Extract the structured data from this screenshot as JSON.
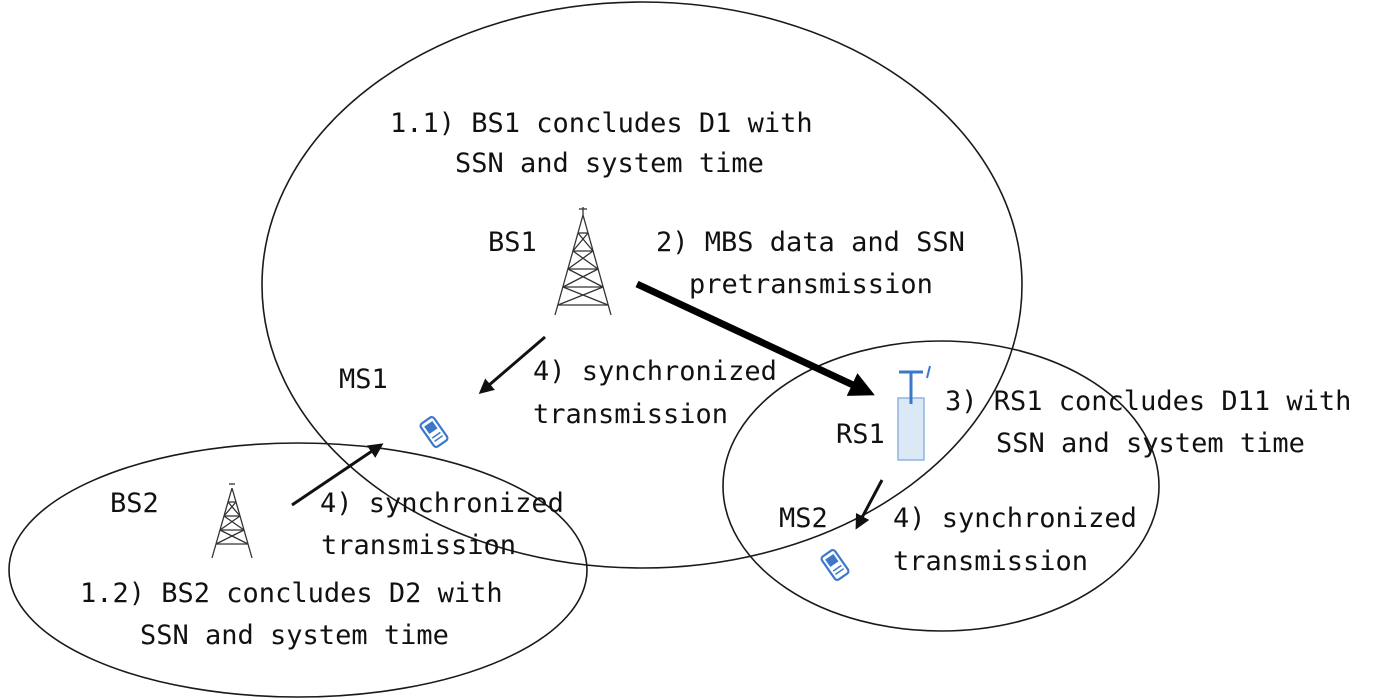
{
  "nodes": {
    "bs1": "BS1",
    "bs2": "BS2",
    "ms1": "MS1",
    "ms2": "MS2",
    "rs1": "RS1"
  },
  "annotations": {
    "bs1_concludes_line1": "1.1) BS1 concludes D1 with",
    "bs1_concludes_line2": "SSN and system time",
    "bs2_concludes_line1": "1.2) BS2 concludes D2 with",
    "bs2_concludes_line2": "SSN and system time",
    "pretransmission_line1": "2) MBS data and SSN",
    "pretransmission_line2": "pretransmission",
    "rs1_concludes_line1": "3) RS1 concludes D11 with",
    "rs1_concludes_line2": "SSN and system time",
    "sync_bs1_ms1_line1": "4) synchronized",
    "sync_bs1_ms1_line2": "transmission",
    "sync_bs2_ms1_line1": "4) synchronized",
    "sync_bs2_ms1_line2": "transmission",
    "sync_rs1_ms2_line1": "4) synchronized",
    "sync_rs1_ms2_line2": "transmission"
  },
  "colors": {
    "line": "#111111",
    "handset": "#3b78c9",
    "relay": "#8fb3dd"
  },
  "icons": {
    "base_station": "tower-icon",
    "relay_station": "relay-station-icon",
    "mobile_station": "mobile-phone-icon"
  }
}
